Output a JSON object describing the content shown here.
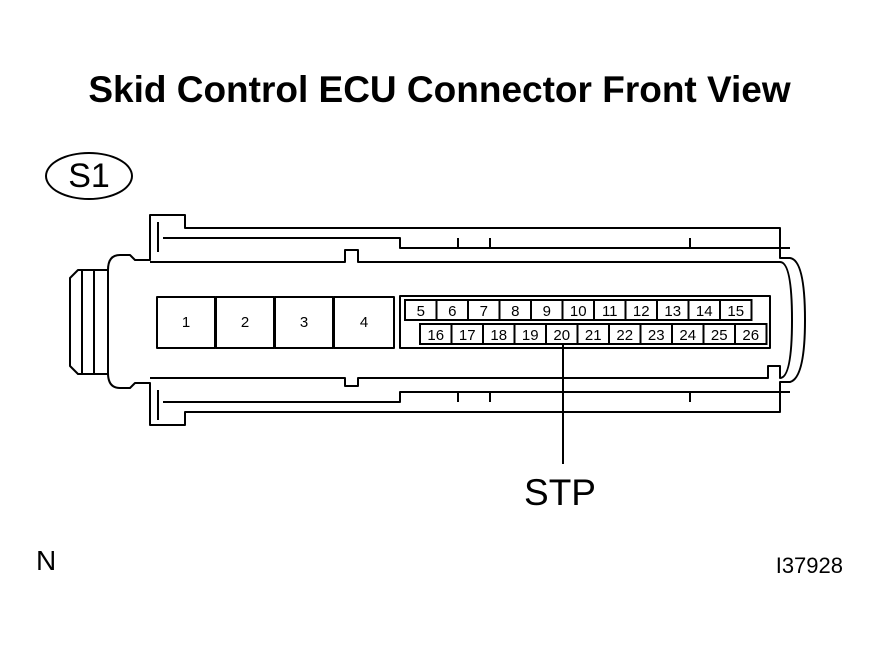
{
  "title": "Skid Control ECU Connector Front View",
  "connector_id": "S1",
  "large_pins": [
    "1",
    "2",
    "3",
    "4"
  ],
  "top_row_pins": [
    "5",
    "6",
    "7",
    "8",
    "9",
    "10",
    "11",
    "12",
    "13",
    "14",
    "15"
  ],
  "bottom_row_pins": [
    "16",
    "17",
    "18",
    "19",
    "20",
    "21",
    "22",
    "23",
    "24",
    "25",
    "26"
  ],
  "callout": {
    "label": "STP",
    "pin": "20"
  },
  "footer": {
    "left": "N",
    "right": "I37928"
  }
}
